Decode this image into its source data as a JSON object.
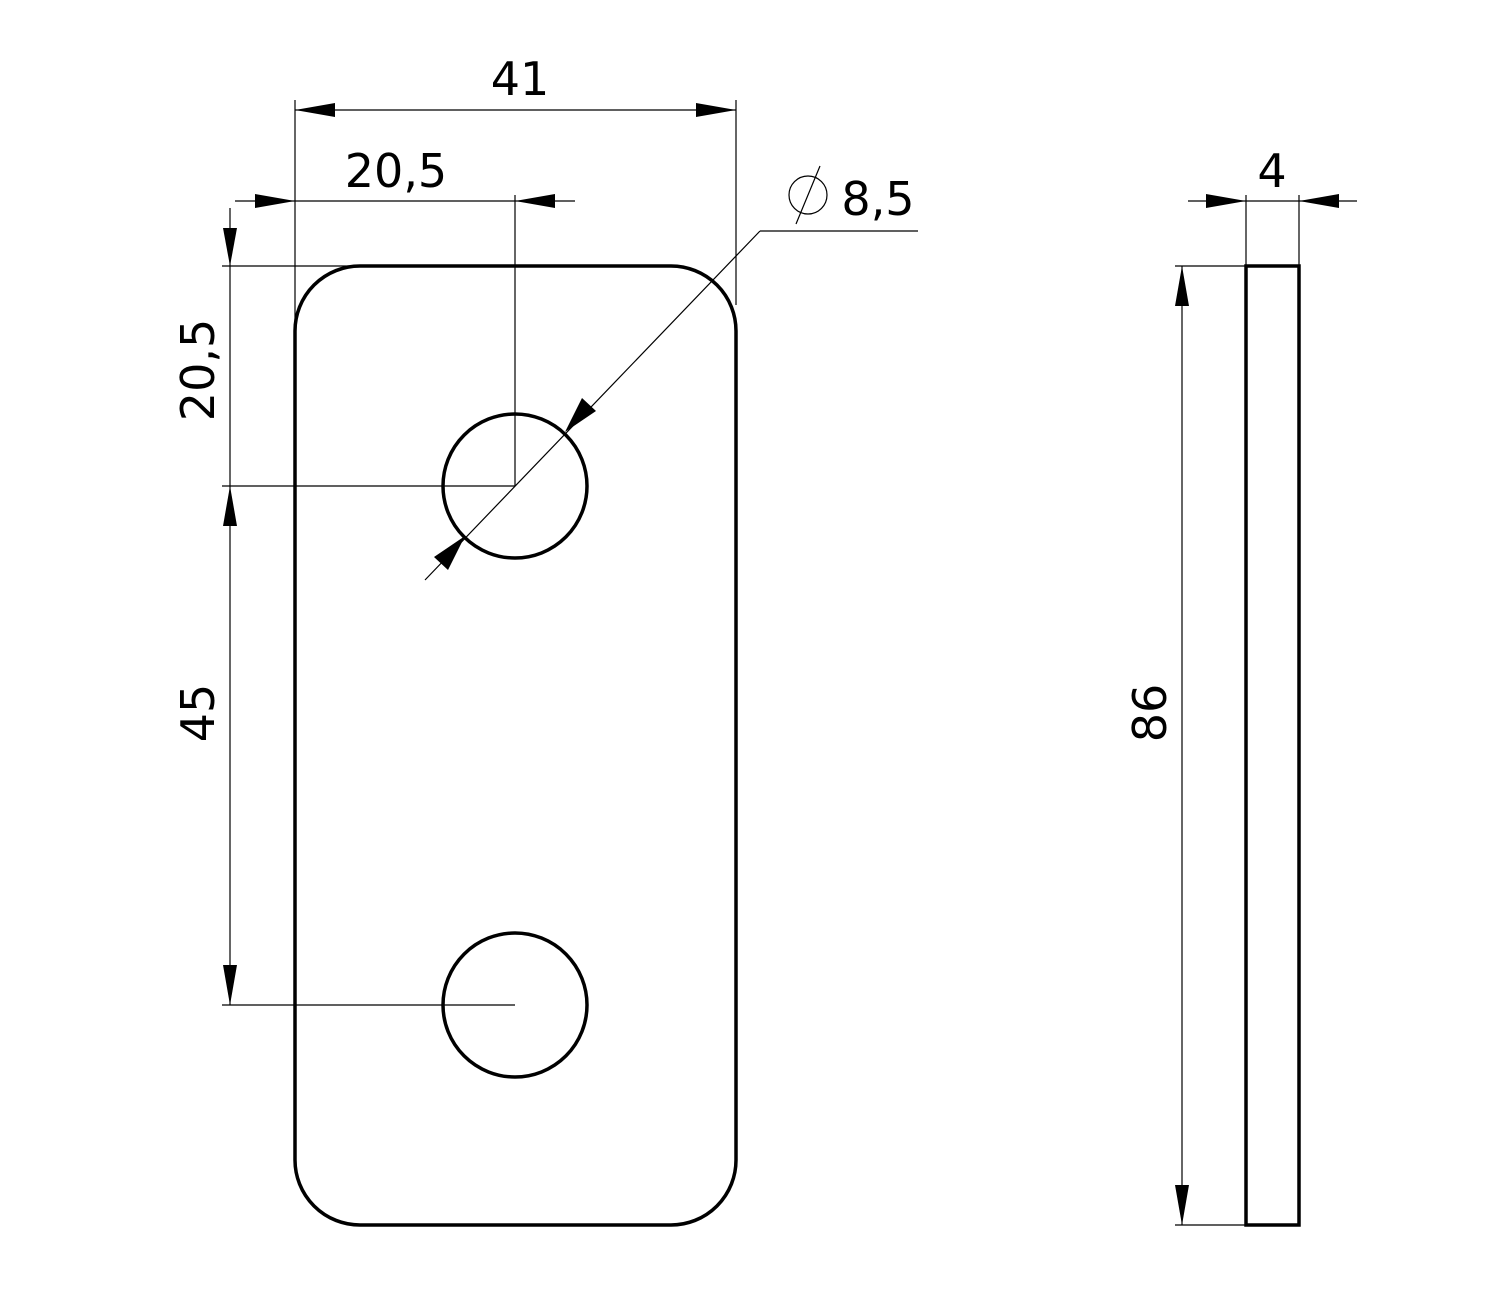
{
  "drawing": {
    "front_view": {
      "width_dim": "41",
      "hole_x_dim": "20,5",
      "hole_y_dim": "20,5",
      "hole_spacing_dim": "45",
      "hole_diameter_symbol": "⌀",
      "hole_diameter_dim": "8,5"
    },
    "side_view": {
      "thickness_dim": "4",
      "height_dim": "86"
    }
  }
}
